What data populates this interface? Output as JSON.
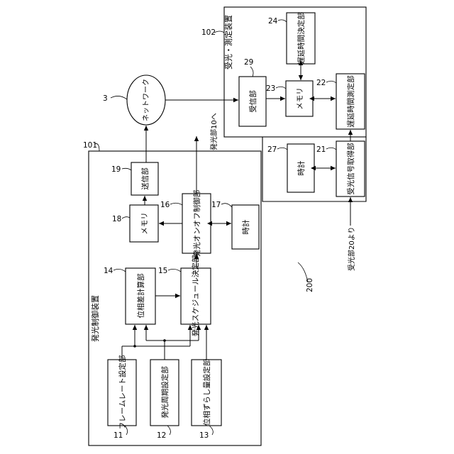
{
  "colors": {
    "line": "#000000",
    "background": "#ffffff"
  },
  "devices": {
    "light_control": {
      "ref": "101",
      "title": "発光制御装置",
      "blocks": {
        "framerate": {
          "ref": "11",
          "label": "フレームレート設定部"
        },
        "period": {
          "ref": "12",
          "label": "発光周期設定部"
        },
        "shift": {
          "ref": "13",
          "label": "位相ずらし量設定部"
        },
        "phase_diff": {
          "ref": "14",
          "label": "位相差計算部"
        },
        "schedule": {
          "ref": "15",
          "label": "発光スケジュール決定部"
        },
        "onoff": {
          "ref": "16",
          "label": "発光オンオフ制御部"
        },
        "clock": {
          "ref": "17",
          "label": "時計"
        },
        "memory": {
          "ref": "18",
          "label": "メモリ"
        },
        "sender": {
          "ref": "19",
          "label": "送信部"
        }
      }
    },
    "receiver_measure": {
      "ref": "102",
      "title": "受光・測定装置",
      "blocks": {
        "signal_acq": {
          "ref": "21",
          "label": "受光信号取得部"
        },
        "delay_measure": {
          "ref": "22",
          "label": "遅延時間測定部"
        },
        "memory": {
          "ref": "23",
          "label": "メモリ"
        },
        "delay_decide": {
          "ref": "24",
          "label": "遅延時間決定部"
        },
        "clock": {
          "ref": "27",
          "label": "時計"
        },
        "receiver": {
          "ref": "29",
          "label": "受信部"
        }
      }
    }
  },
  "network": {
    "ref": "3",
    "label": "ネットワーク"
  },
  "system_ref": "200",
  "annotations": {
    "to_emitter": "発光部10へ",
    "from_receiver": "受光部20より"
  }
}
